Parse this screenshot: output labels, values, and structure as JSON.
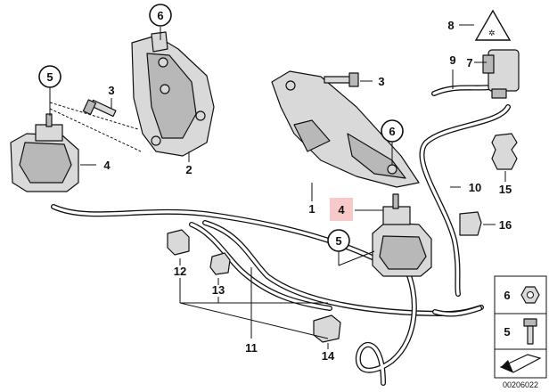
{
  "labels": {
    "p1": "1",
    "p2": "2",
    "p3a": "3",
    "p3b": "3",
    "p4a": "4",
    "p4b": "4",
    "p5a": "5",
    "p5b": "5",
    "p6a": "6",
    "p6b": "6",
    "p7": "7",
    "p8": "8",
    "p9": "9",
    "p10": "10",
    "p11": "11",
    "p12": "12",
    "p13": "13",
    "p14": "14",
    "p15": "15",
    "p16": "16"
  },
  "legend": {
    "nut": "6",
    "bolt": "5"
  },
  "diagram_number": "00206022",
  "highlight_color": "#f7c9c9"
}
